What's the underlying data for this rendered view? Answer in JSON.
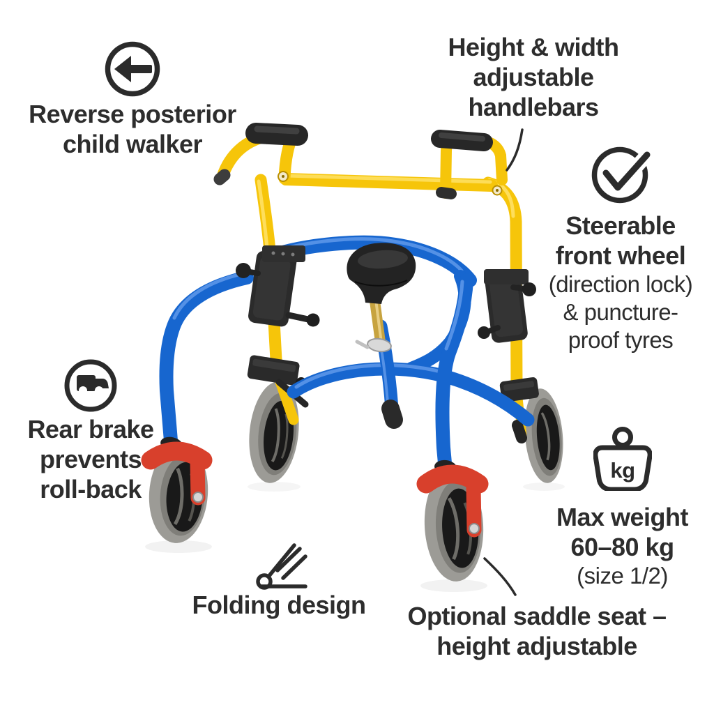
{
  "colors": {
    "background": "#ffffff",
    "text": "#2d2d2d",
    "frame_yellow": "#f6c50a",
    "frame_blue": "#1766cf",
    "fork_red": "#d8402c",
    "tire_gray": "#9c9b96",
    "plastic_black": "#262626",
    "seatpost_gold": "#c7a33f"
  },
  "annotations": {
    "reverse_walker": {
      "icon": "arrow-left-circle",
      "line1": "Reverse posterior",
      "line2": "child walker"
    },
    "handlebars": {
      "line1": "Height & width",
      "line2": "adjustable",
      "line3": "handlebars"
    },
    "front_wheel": {
      "icon": "check-circle",
      "line1": "Steerable",
      "line2": "front wheel",
      "line3": "(direction lock)",
      "line4": "& puncture-",
      "line5": "proof tyres"
    },
    "rear_brake": {
      "icon": "delivery-truck-circle",
      "line1": "Rear brake",
      "line2": "prevents",
      "line3": "roll-back"
    },
    "max_weight": {
      "icon": "kg-weight",
      "kg_label": "kg",
      "line1": "Max weight",
      "line2": "60–80 kg",
      "line3": "(size 1/2)"
    },
    "folding": {
      "icon": "folding-hinge",
      "line1": "Folding design"
    },
    "saddle_seat": {
      "line1": "Optional saddle seat –",
      "line2": "height adjustable"
    }
  }
}
